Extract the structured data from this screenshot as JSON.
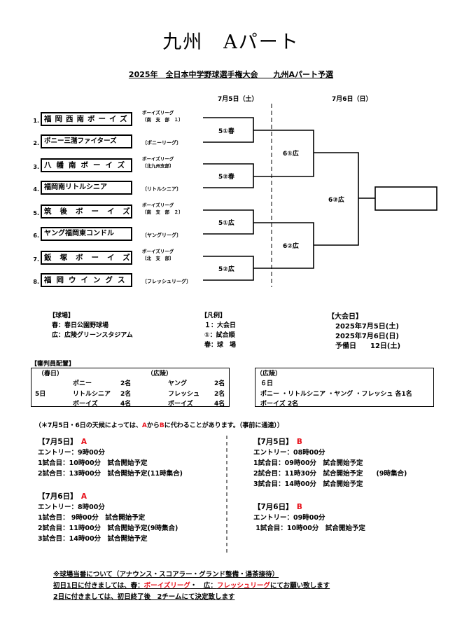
{
  "title": "九州　Aパート",
  "subtitle": "2025年　全日本中学野球選手権大会　　九州Aパート予選",
  "day_headers": {
    "day1": "7月5日（土）",
    "day2": "7月6日（日）"
  },
  "teams": [
    {
      "no": "1.",
      "name": "福岡西南ボーイズ",
      "league1": "ボーイズリーグ",
      "league2": "〔南　支　部　１〕"
    },
    {
      "no": "2.",
      "name": "ポニー三潴ファイターズ",
      "league1": "〔ポニーリーグ〕",
      "league2": ""
    },
    {
      "no": "3.",
      "name": "八幡南ボーイズ",
      "league1": "ボーイズリーグ",
      "league2": "〔北九州支部〕"
    },
    {
      "no": "4.",
      "name": "福岡南リトルシニア",
      "league1": "〔リトルシニア〕",
      "league2": ""
    },
    {
      "no": "5.",
      "name": "筑後ボーイズ",
      "league1": "ボーイズリーグ",
      "league2": "〔南　支　部　２〕"
    },
    {
      "no": "6.",
      "name": "ヤング福岡東コンドル",
      "league1": "〔ヤングリーグ〕",
      "league2": ""
    },
    {
      "no": "7.",
      "name": "飯塚ボーイズ",
      "league1": "ボーイズリーグ",
      "league2": "〔北　支　部〕"
    },
    {
      "no": "8.",
      "name": "福岡ウイングス",
      "league1": "〔フレッシュリーグ〕",
      "league2": ""
    }
  ],
  "matches": {
    "m1": "5①春",
    "m2": "5②春",
    "m3": "5①広",
    "m4": "5②広",
    "m5": "6①広",
    "m6": "6②広",
    "m7": "6③広"
  },
  "venue": {
    "heading": "【球場】",
    "line1": "春：春日公園野球場",
    "line2": "広：広陵グリーンスタジアム"
  },
  "legend": {
    "heading": "【凡例】",
    "line1": "１：大会日",
    "line2": "①：試合順",
    "line3": "春：球　場"
  },
  "dates": {
    "heading": "【大会日】",
    "line1": "2025年7月5日(土)",
    "line2": "2025年7月6日(日)",
    "line3": "予備日　　12日(土)"
  },
  "umpire": {
    "heading": "【審判員配置】",
    "col_kasuga": "（春日）",
    "col_koryo": "（広陵）",
    "day_label": "5日",
    "rows": [
      {
        "a": "ポニー",
        "a_n": "2名",
        "b": "ヤング",
        "b_n": "2名"
      },
      {
        "a": "リトルシニア",
        "a_n": "2名",
        "b": "フレッシュ",
        "b_n": "2名"
      },
      {
        "a": "ボーイズ",
        "a_n": "4名",
        "b": "ボーイズ",
        "b_n": "4名"
      }
    ],
    "right_heading": "（広陵）",
    "right_day": "６日",
    "right_line1": "ポニー ・リトルシニア ・ヤング ・フレッシュ 各1名",
    "right_line2": "ボーイズ 2名"
  },
  "weather": {
    "pre": "（＊7月5日・6日の天候によっては、",
    "a": "A",
    "mid": "から",
    "b": "B",
    "post": "に代わることがあります。（事前に通達））"
  },
  "schedA": {
    "d5_head": "【7月5日】",
    "d5_mark": "A",
    "d5_lines": [
      "エントリー：9時00分",
      "1試合目：10時00分　試合開始予定",
      "2試合目：13時00分　試合開始予定(11時集合)"
    ],
    "d6_head": "【7月6日】",
    "d6_mark": "A",
    "d6_lines": [
      "エントリー：8時00分",
      "1試合目： 9時00分　試合開始予定",
      "2試合目：11時00分　試合開始予定(9時集合)",
      "3試合目：14時00分　試合開始予定"
    ]
  },
  "schedB": {
    "d5_head": "【7月5日】",
    "d5_mark": "B",
    "d5_lines": [
      "エントリー：08時00分",
      "1試合目：09時00分　試合開始予定",
      "2試合目：11時30分　試合開始予定　　(9時集合)",
      "3試合目：14時00分　試合開始予定"
    ],
    "d6_head": "【7月6日】",
    "d6_mark": "B",
    "d6_lines": [
      "エントリー：09時00分",
      " 1試合目：10時00分　試合開始予定"
    ]
  },
  "notes": {
    "line1": "※球場当番について（アナウンス・スコアラー・グランド整備・湯茶接待）",
    "line2_pre": "初日1日に付きましては、春：",
    "line2_red1": "ボーイズリーグ",
    "line2_mid": "・　広：",
    "line2_red2": "フレッシュリーグ",
    "line2_post": "にてお願い致します",
    "line3": "2日に付きましては、初日終了後　2チームにて決定致します"
  }
}
